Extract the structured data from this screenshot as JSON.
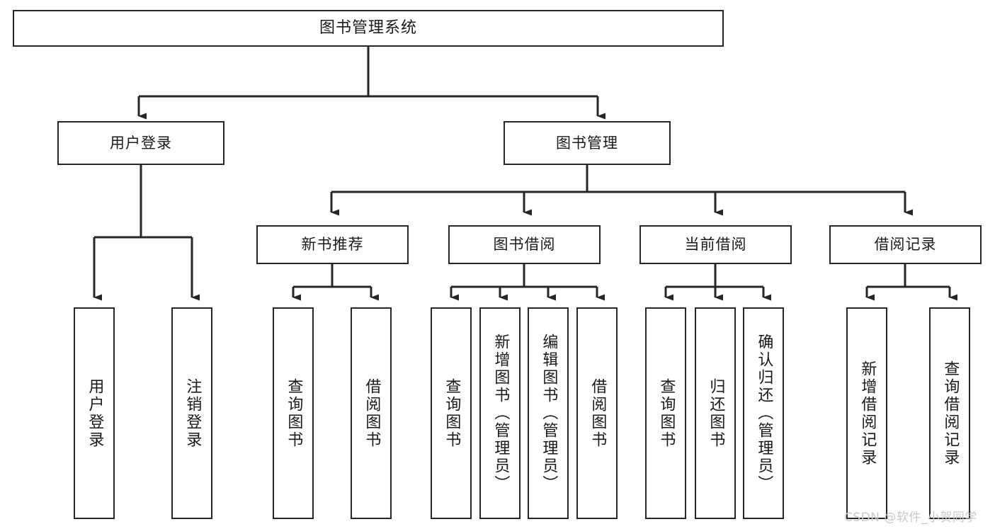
{
  "diagram": {
    "type": "tree",
    "title": "图书管理系统",
    "root": {
      "label": "图书管理系统"
    },
    "level2": [
      {
        "label": "用户登录"
      },
      {
        "label": "图书管理"
      }
    ],
    "level3": [
      {
        "label": "新书推荐"
      },
      {
        "label": "图书借阅"
      },
      {
        "label": "当前借阅"
      },
      {
        "label": "借阅记录"
      }
    ],
    "leaves": {
      "user_login": [
        {
          "label": "用户登录"
        },
        {
          "label": "注销登录"
        }
      ],
      "new_book_recommend": [
        {
          "label": "查询图书"
        },
        {
          "label": "借阅图书"
        }
      ],
      "book_borrow": [
        {
          "label": "查询图书"
        },
        {
          "label": "新增图书（管理员）"
        },
        {
          "label": "编辑图书（管理员）"
        },
        {
          "label": "借阅图书"
        }
      ],
      "current_borrow": [
        {
          "label": "查询图书"
        },
        {
          "label": "归还图书"
        },
        {
          "label": "确认归还（管理员）"
        }
      ],
      "borrow_record": [
        {
          "label": "新增借阅记录"
        },
        {
          "label": "查询借阅记录"
        }
      ]
    }
  },
  "watermark": {
    "text": "CSDN @软件_小贺同学"
  },
  "colors": {
    "stroke": "#262626",
    "background": "#ffffff",
    "text": "#1a1a1a",
    "watermark": "#c9c9c9"
  }
}
